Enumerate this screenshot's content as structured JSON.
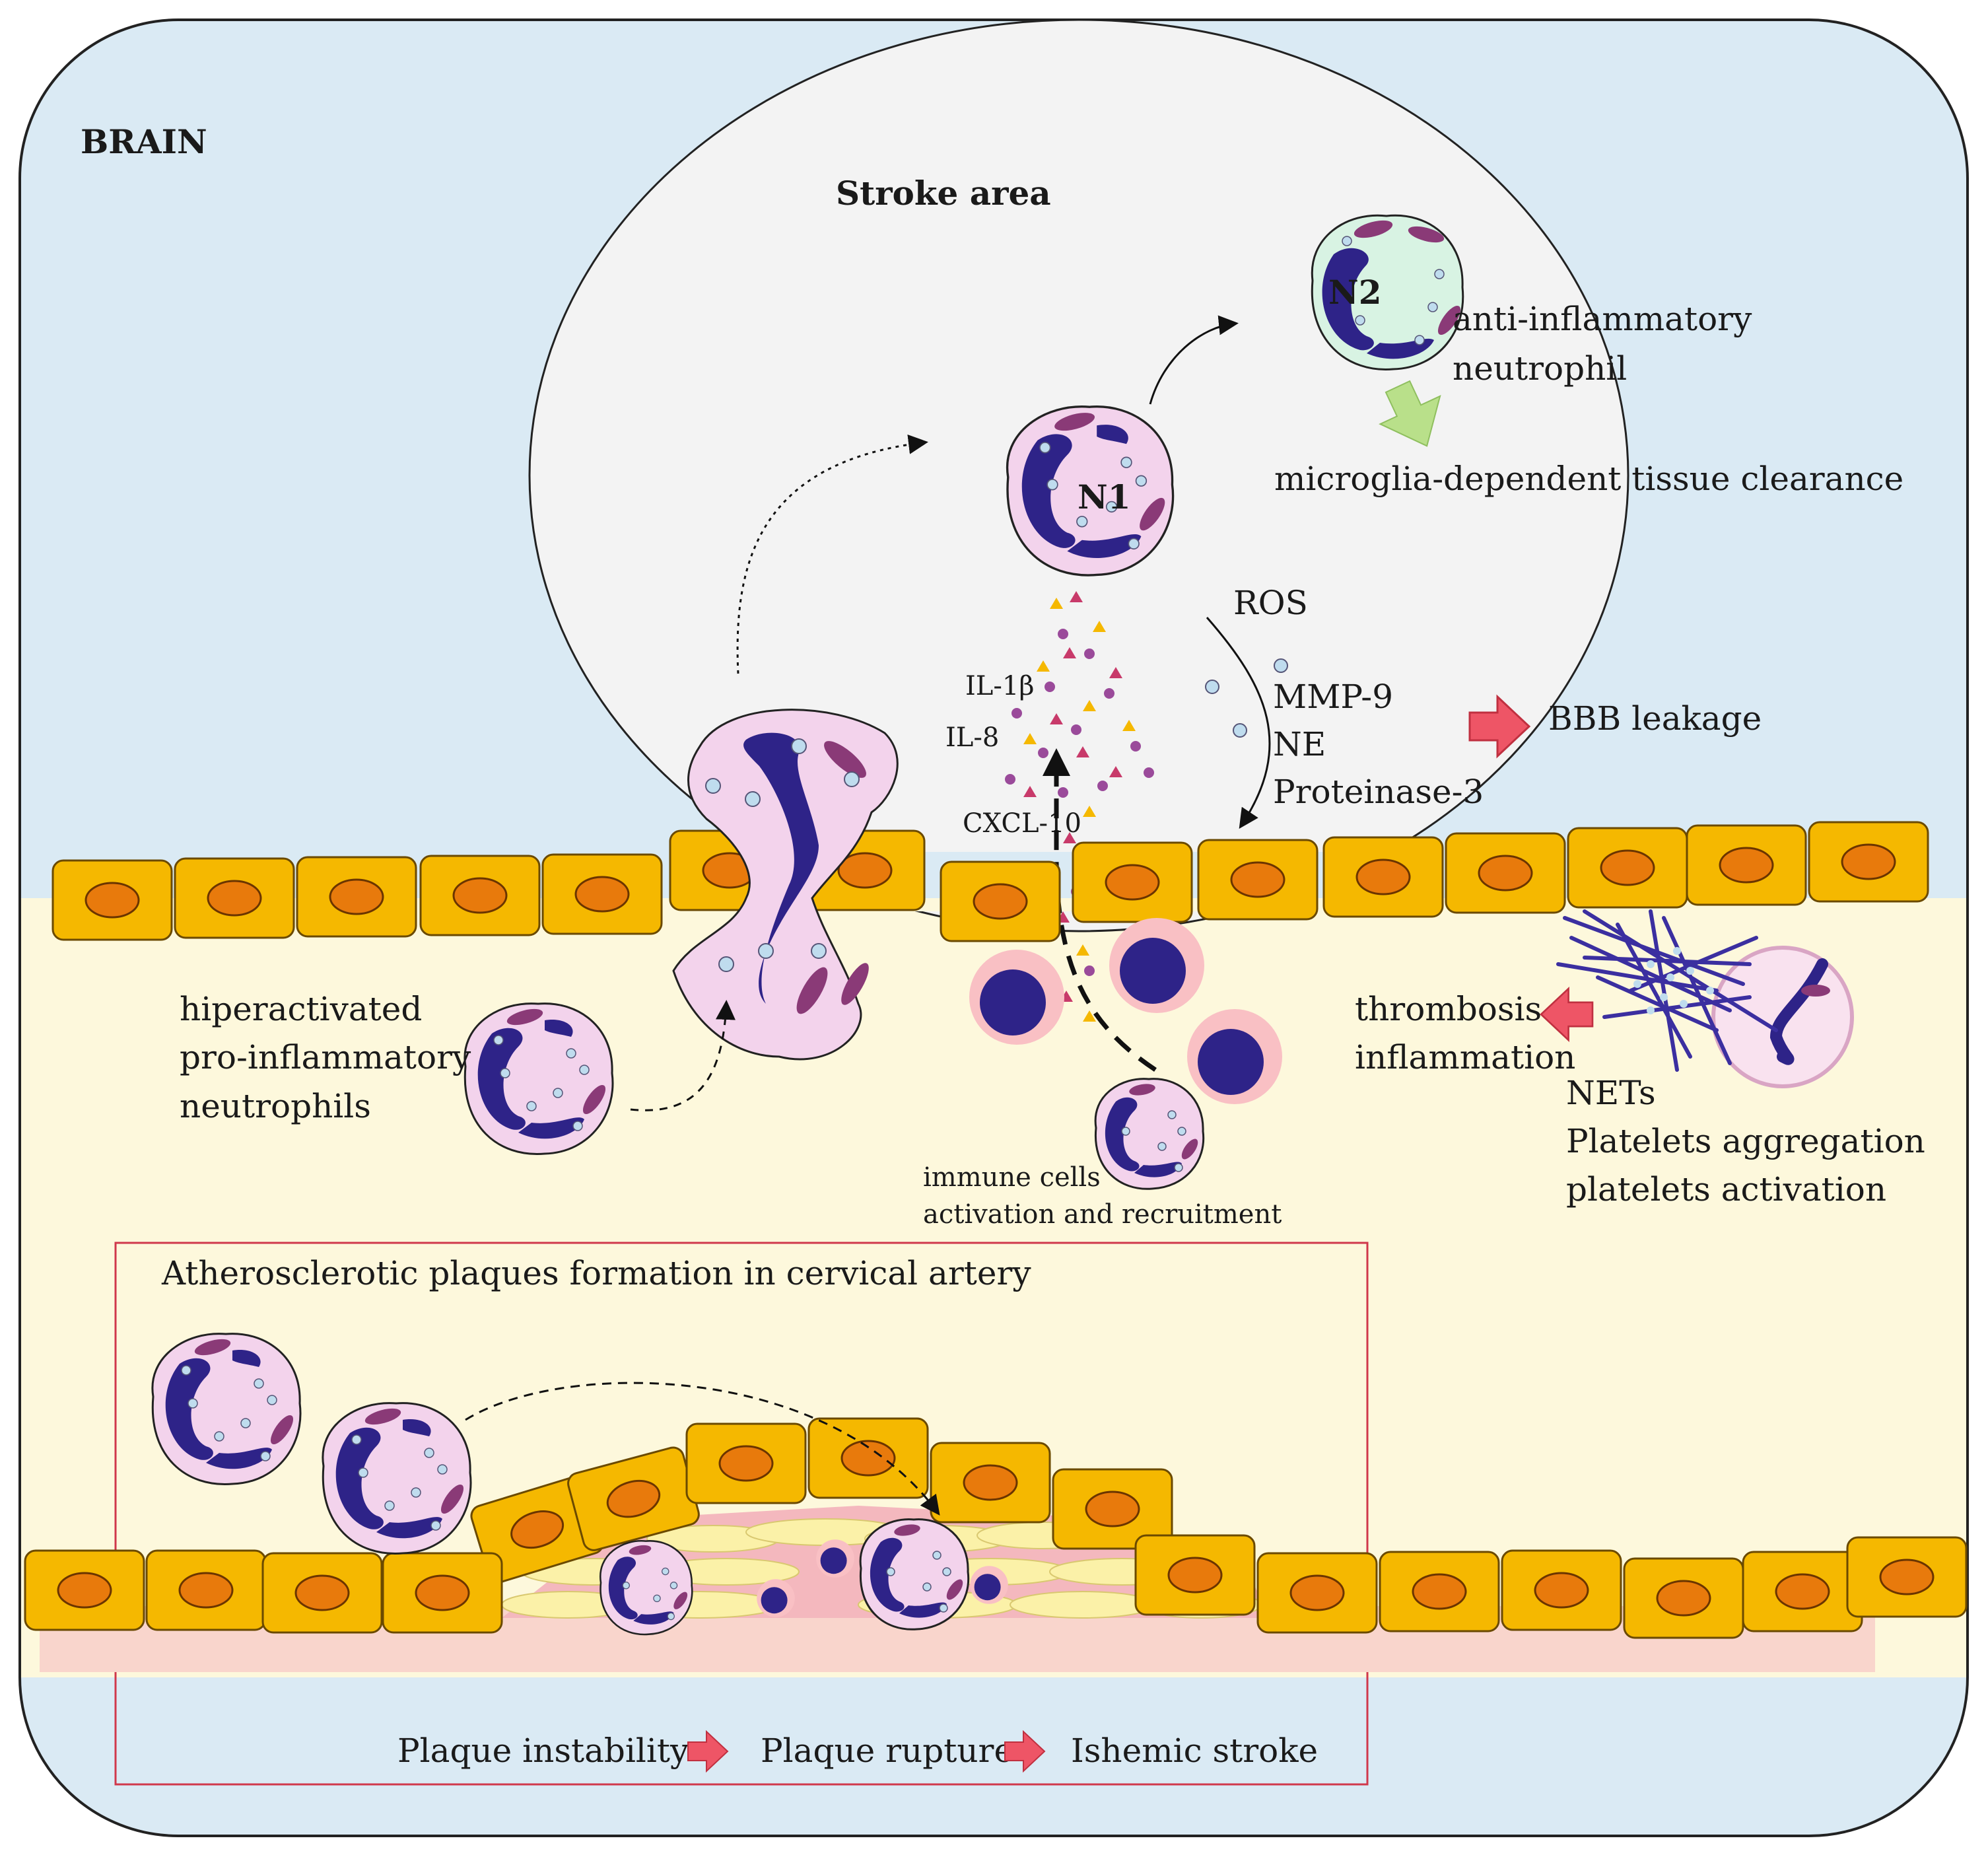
{
  "regions": {
    "brain": "BRAIN",
    "stroke_area": "Stroke area",
    "plaque_box_title": "Atherosclerotic plaques formation in cervical artery"
  },
  "cells": {
    "n1": "N1",
    "n2": "N2"
  },
  "labels": {
    "anti_inflammatory_1": "anti-inflammatory",
    "anti_inflammatory_2": "neutrophil",
    "microglia": "microglia-dependent tissue clearance",
    "ros": "ROS",
    "mmp9": "MMP-9",
    "ne": "NE",
    "proteinase3": "Proteinase-3",
    "bbb": "BBB leakage",
    "il1b": "IL-1β",
    "il8": "IL-8",
    "cxcl10": "CXCL-10",
    "hyper_1": "hiperactivated",
    "hyper_2": "pro-inflammatory",
    "hyper_3": "neutrophils",
    "thrombosis": "thrombosis",
    "inflammation": "inflammation",
    "nets": "NETs",
    "platelets_aggregation": "Platelets aggregation",
    "platelets_activation": "platelets activation",
    "immune_1": "immune cells",
    "immune_2": "activation and recruitment"
  },
  "flow": {
    "step1": "Plaque instability",
    "step2": "Plaque rupture",
    "step3": "Ishemic stroke"
  },
  "colors": {
    "brain_bg": "#daeaf4",
    "vessel_bg": "#fdf8dc",
    "stroke_bg": "#f3f3f3",
    "endothelium": "#f5b800",
    "nucleus": "#e87a0c",
    "neutrophil": "#f3d3ec",
    "n2_cell": "#d8f3e3",
    "lobe": "#2e2388",
    "granule": "#bfdcee",
    "accent_arrow": "#ee4466",
    "plaque_box": "#d0384b"
  }
}
